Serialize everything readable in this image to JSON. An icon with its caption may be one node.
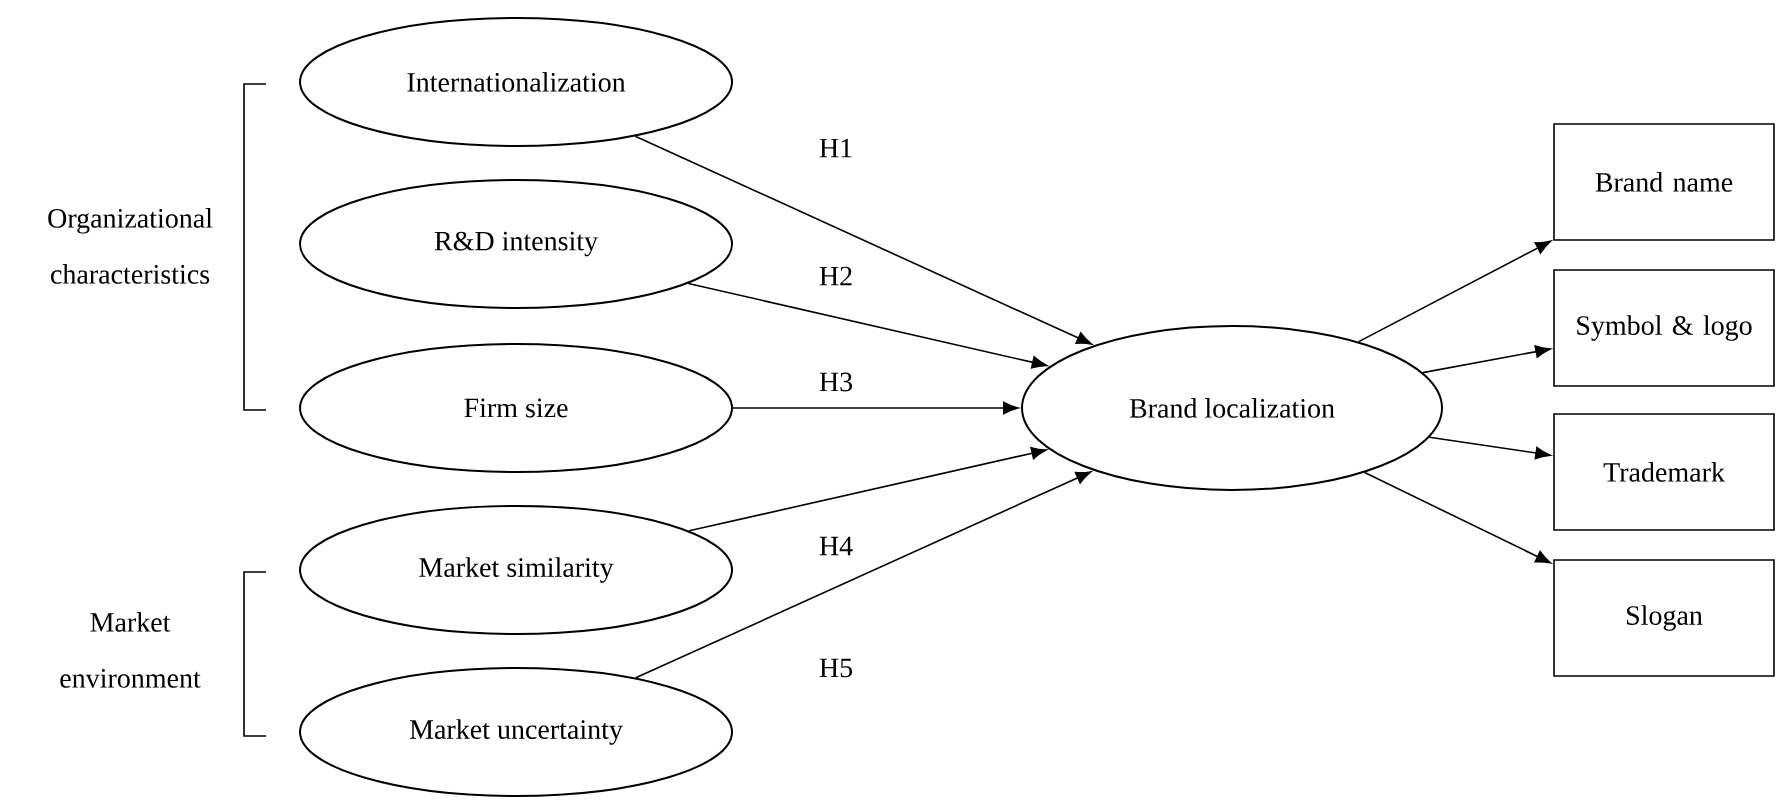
{
  "diagram": {
    "nodes": [
      {
        "text": [
          "Internationalization"
        ]
      },
      {
        "text": [
          "R&D intensity"
        ]
      },
      {
        "text": [
          "Firm size"
        ]
      },
      {
        "text": [
          "Market similarity"
        ]
      },
      {
        "text": [
          "Market uncertainty"
        ]
      },
      {
        "text": [
          "Brand localization"
        ]
      },
      {
        "text": [
          "Brand name"
        ]
      },
      {
        "text": [
          "Symbol & logo"
        ]
      },
      {
        "text": [
          "Trademark"
        ]
      },
      {
        "text": [
          "Slogan"
        ]
      }
    ],
    "edges": [
      {
        "from": 0,
        "to": 5,
        "arrow": "to",
        "label": "H1"
      },
      {
        "from": 1,
        "to": 5,
        "arrow": "to",
        "label": "H2"
      },
      {
        "from": 2,
        "to": 5,
        "arrow": "to",
        "label": "H3"
      },
      {
        "from": 3,
        "to": 5,
        "arrow": "to",
        "label": "H4"
      },
      {
        "from": 4,
        "to": 5,
        "arrow": "to",
        "label": "H5"
      },
      {
        "from": 5,
        "to": 6,
        "arrow": "to"
      },
      {
        "from": 5,
        "to": 7,
        "arrow": "to"
      },
      {
        "from": 5,
        "to": 8,
        "arrow": "to"
      },
      {
        "from": 5,
        "to": 9,
        "arrow": "to"
      }
    ],
    "labels": [
      "Organizational characteristics",
      "Market environment"
    ]
  }
}
